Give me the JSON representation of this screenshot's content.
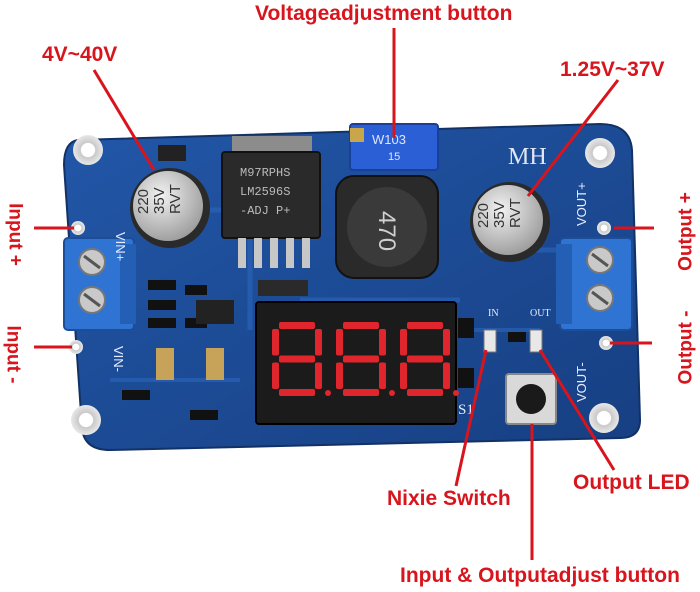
{
  "colors": {
    "annotation": "#d8141c",
    "pcb": "#1f4f9a",
    "pcb_dark": "#163b78",
    "terminal": "#2c6fd0",
    "display_digit": "#e0262c",
    "display_body": "#1b1b1b",
    "inductor": "#2a2a2a",
    "potentiometer": "#2b5fd6"
  },
  "labels": {
    "top_button": "Voltageadjustment button",
    "input_range": "4V~40V",
    "output_range": "1.25V~37V",
    "input_plus": "Input  +",
    "input_minus": "Input -",
    "output_plus": "Output +",
    "output_minus": "Output -",
    "nixie_switch": "Nixie Switch",
    "output_led": "Output LED",
    "adjust_button": "Input & Outputadjust button"
  },
  "board": {
    "brand": "MH",
    "pot_marking": "W103",
    "pot_sub": "15",
    "ic_line1": "M97RPHS",
    "ic_line2": "LM2596S",
    "ic_line3": "-ADJ  P+",
    "inductor_value": "470",
    "cap_left": [
      "220",
      "35V",
      "RVT"
    ],
    "cap_right": [
      "220",
      "35V",
      "RVT"
    ],
    "silk_vin_plus": "VIN+",
    "silk_vin_minus": "VIN-",
    "silk_vout_plus": "VOUT+",
    "silk_vout_minus": "VOUT-",
    "silk_in": "IN",
    "silk_out": "OUT",
    "silk_s1": "S1",
    "display_digits": "888"
  },
  "icons": {
    "pointer": "callout-line",
    "terminal": "screw-terminal"
  }
}
